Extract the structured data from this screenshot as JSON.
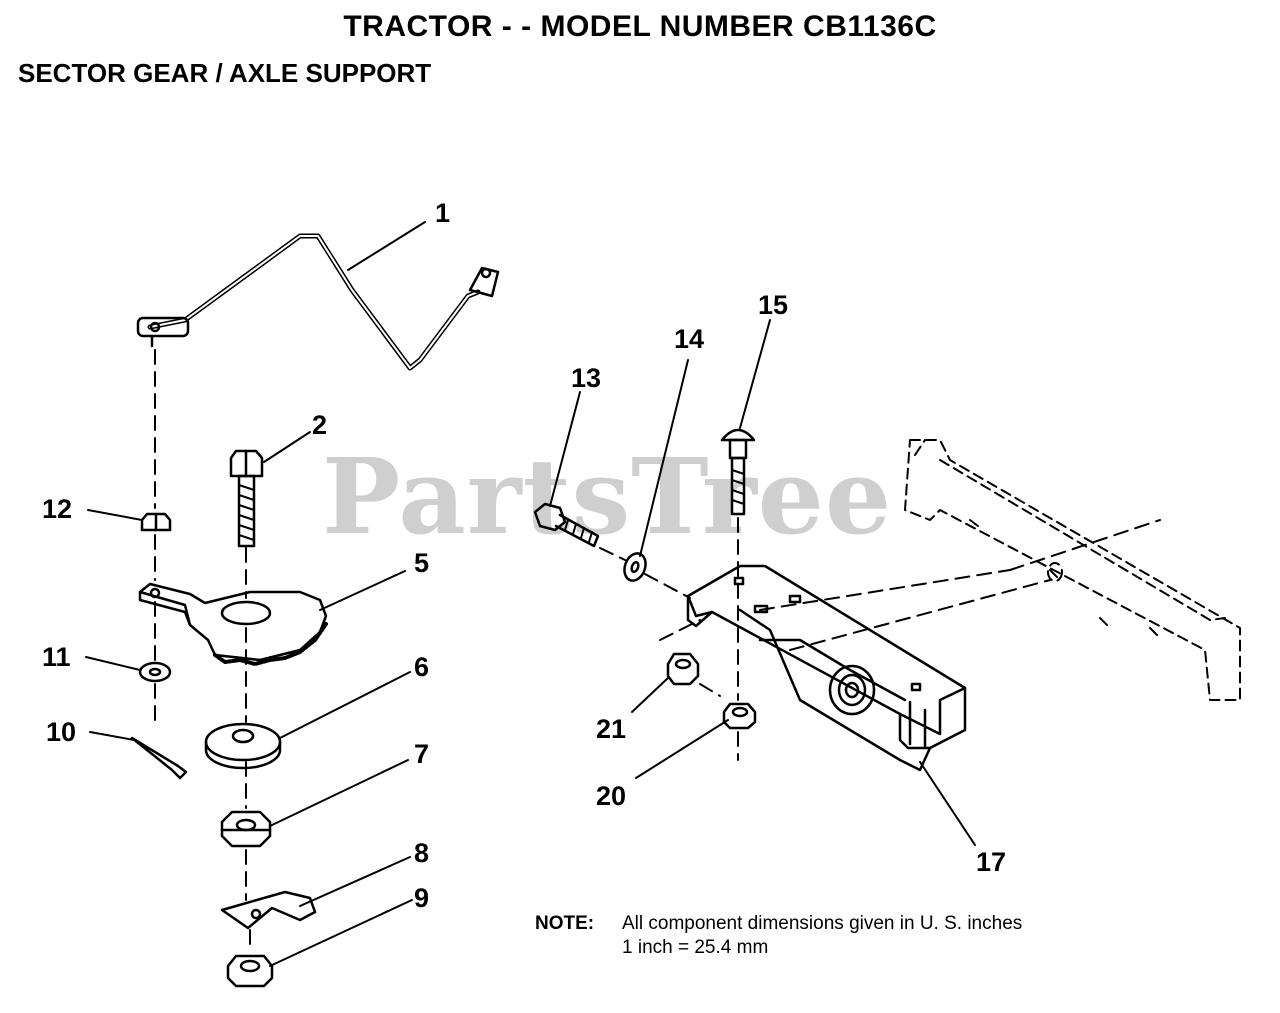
{
  "header": {
    "title": "TRACTOR - - MODEL NUMBER CB1136C",
    "subtitle": "SECTOR GEAR / AXLE SUPPORT"
  },
  "watermark": "PartsTree",
  "note": {
    "label": "NOTE:",
    "line1": "All component dimensions given in U. S. inches",
    "line2": "1 inch = 25.4 mm"
  },
  "callouts": [
    "1",
    "2",
    "5",
    "6",
    "7",
    "8",
    "9",
    "10",
    "11",
    "12",
    "13",
    "14",
    "15",
    "17",
    "20",
    "21"
  ],
  "colors": {
    "ink": "#000000",
    "watermark": "#cfcfcf",
    "background": "#ffffff"
  }
}
